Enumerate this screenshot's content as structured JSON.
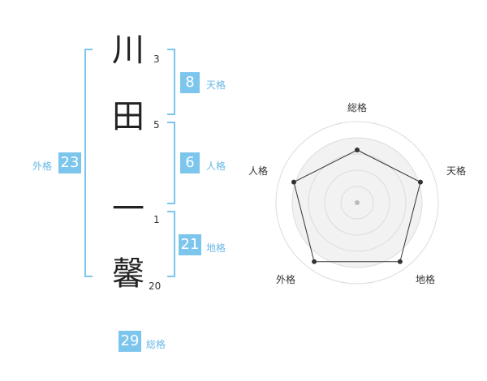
{
  "name": {
    "chars": [
      {
        "char": "川",
        "strokes": "3"
      },
      {
        "char": "田",
        "strokes": "5"
      },
      {
        "char": "一",
        "strokes": "1"
      },
      {
        "char": "馨",
        "strokes": "20"
      }
    ]
  },
  "scores": {
    "tenkaku": {
      "value": "8",
      "label": "天格"
    },
    "jinkaku": {
      "value": "6",
      "label": "人格"
    },
    "chikaku": {
      "value": "21",
      "label": "地格"
    },
    "gaikaku": {
      "value": "23",
      "label": "外格"
    },
    "soukaku": {
      "value": "29",
      "label": "総格"
    }
  },
  "radar": {
    "axes": [
      "総格",
      "天格",
      "地格",
      "外格",
      "人格"
    ],
    "values": [
      0.65,
      0.82,
      0.9,
      0.9,
      0.82
    ],
    "colors": {
      "fill": "#f2f2f2",
      "ring": "#dcdcdc",
      "line": "#333333",
      "point": "#333333",
      "center": "#bbbbbb"
    }
  }
}
